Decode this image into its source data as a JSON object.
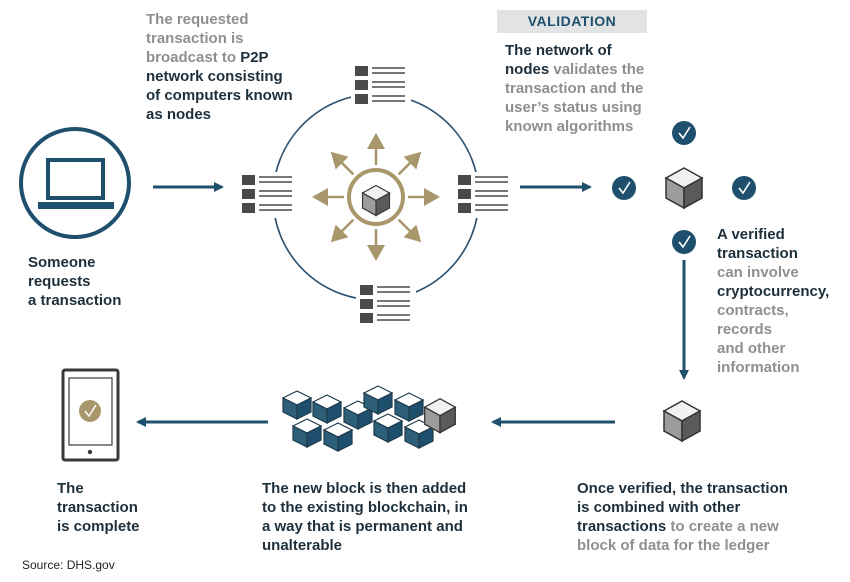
{
  "step1": {
    "line1": "Someone",
    "line2": "requests",
    "line3": "a transaction"
  },
  "step2": {
    "grey1": "The requested",
    "grey2": "transaction is",
    "grey3": "broadcast to ",
    "dark3": "P2P",
    "dark4": "network consisting",
    "dark5": "of computers known",
    "dark6": "as nodes"
  },
  "validation": {
    "badge": "VALIDATION",
    "dark1": "The network of",
    "dark2": "nodes",
    "grey2": " validates the",
    "grey3": "transaction and the",
    "grey4": "user’s status using",
    "grey5": "known algorithms"
  },
  "verified": {
    "dark1": "A verified",
    "dark2": "transaction",
    "grey3": "can involve",
    "dark4": "cryptocurrency,",
    "grey5": "contracts,",
    "grey6": "records",
    "grey7": "and other",
    "grey8": "information"
  },
  "combined": {
    "dark1": "Once verified, the transaction",
    "dark2": "is combined with other",
    "dark3": "transactions",
    "grey3": " to create a new",
    "grey4": "block of data for the ledger"
  },
  "newblock": {
    "line1": "The new block is then added",
    "line2": "to the existing blockchain, in",
    "line3": "a way that is permanent and",
    "line4": "unalterable"
  },
  "complete": {
    "line1": "The",
    "line2": "transaction",
    "line3": "is complete"
  },
  "source": "Source: DHS.gov",
  "colors": {
    "navy": "#1e4f6c",
    "dark_text": "#1e2f3c",
    "grey_text": "#8f8f8f",
    "gold": "#a8976a",
    "node_grey": "#4a4a4a"
  },
  "icons": [
    "laptop-icon",
    "node-server-icon",
    "block-cube-icon",
    "checkmark-icon",
    "blockchain-icon",
    "smartphone-icon",
    "arrow-icon"
  ]
}
